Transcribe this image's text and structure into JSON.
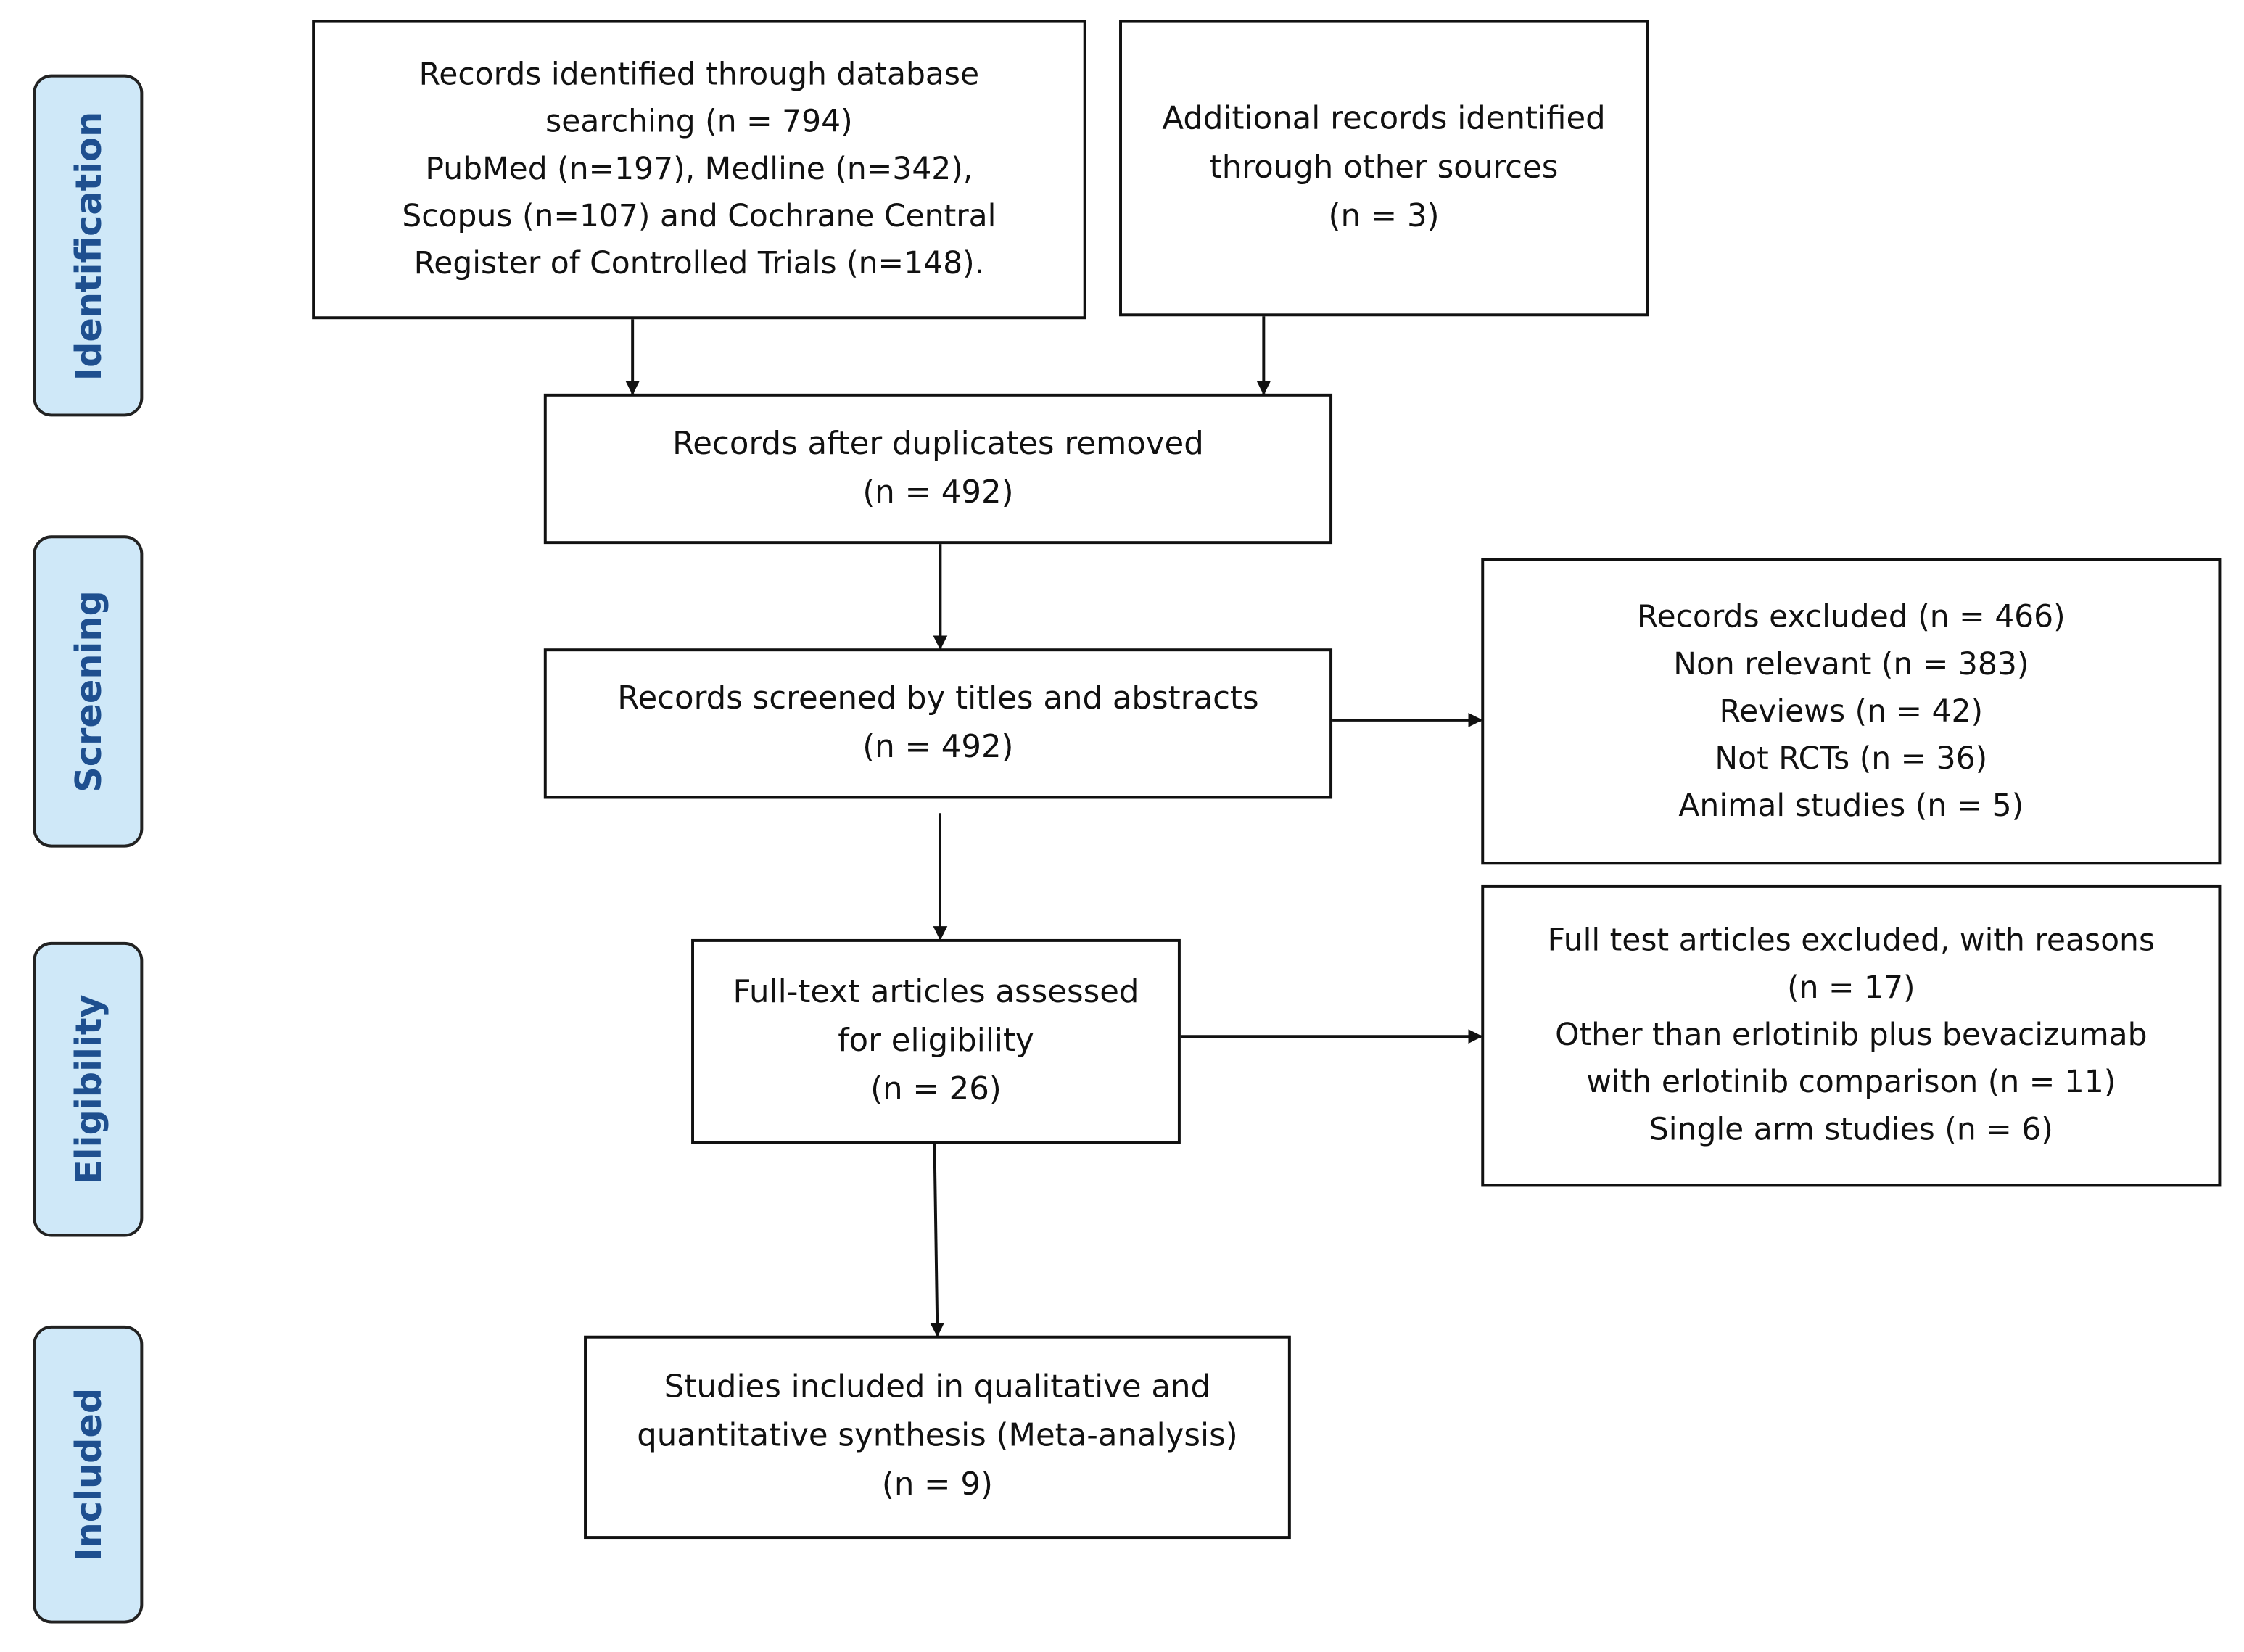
{
  "phases": [
    {
      "id": "identification",
      "label": "Identification"
    },
    {
      "id": "screening",
      "label": "Screening"
    },
    {
      "id": "eligibility",
      "label": "Eligibility"
    },
    {
      "id": "included",
      "label": "Included"
    }
  ],
  "boxes": {
    "database_search": {
      "lines": [
        "Records identified through database",
        "searching (n = 794)",
        "PubMed (n=197), Medline (n=342),",
        "Scopus (n=107) and Cochrane Central",
        "Register of Controlled Trials (n=148)."
      ]
    },
    "other_sources": {
      "lines": [
        "Additional records identified",
        "through other sources",
        "(n = 3)"
      ]
    },
    "after_duplicates": {
      "lines": [
        "Records after duplicates removed",
        "(n = 492)"
      ]
    },
    "screened": {
      "lines": [
        "Records screened by titles and abstracts",
        "(n = 492)"
      ]
    },
    "excluded": {
      "lines": [
        "Records excluded (n = 466)",
        "Non relevant (n = 383)",
        "Reviews (n = 42)",
        "Not RCTs (n = 36)",
        "Animal studies (n = 5)"
      ]
    },
    "full_text": {
      "lines": [
        "Full-text articles assessed",
        "for eligibility",
        "(n = 26)"
      ]
    },
    "full_text_excluded": {
      "lines": [
        "Full test articles excluded, with reasons",
        "(n = 17)",
        "Other than erlotinib plus bevacizumab",
        "with erlotinib comparison (n = 11)",
        "Single arm studies (n = 6)"
      ]
    },
    "included": {
      "lines": [
        "Studies included in qualitative and",
        "quantitative synthesis (Meta-analysis)",
        "(n = 9)"
      ]
    }
  },
  "colors": {
    "phase_fill": "#cfe8f8",
    "phase_text": "#1e4f8f",
    "border": "#111111"
  }
}
